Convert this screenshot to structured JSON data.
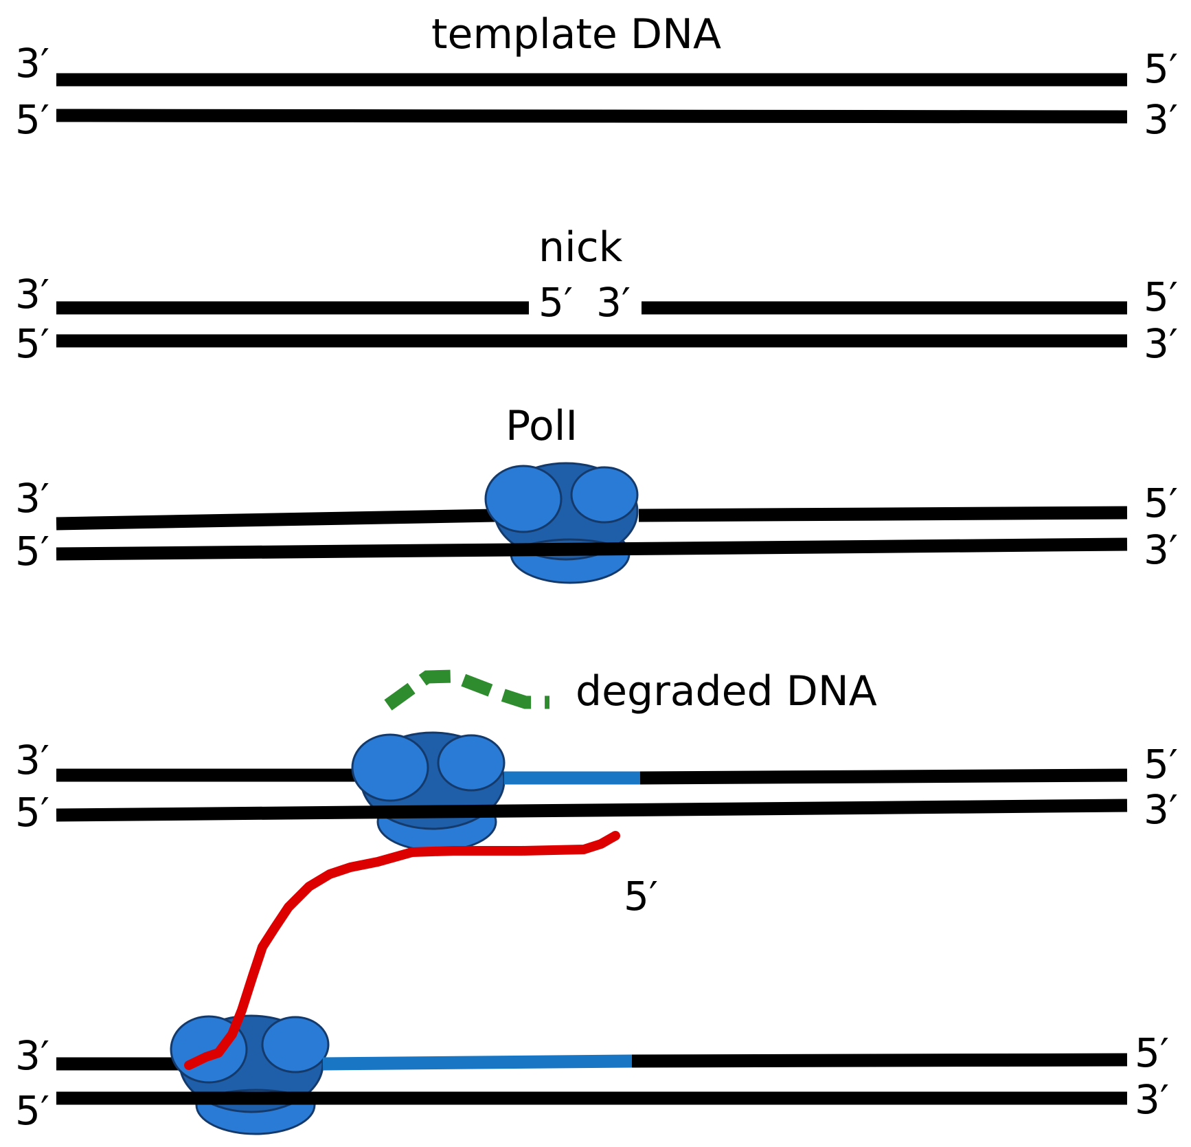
{
  "colors": {
    "dna": "#000000",
    "enzyme_body": "#1f5ea8",
    "enzyme_lobe": "#2a7bd6",
    "enzyme_outline": "#143a6b",
    "new_strand": "#1976c4",
    "degraded_dna": "#2e8b2e",
    "displaced_strand": "#dd0000"
  },
  "panel1": {
    "title": "template DNA",
    "top_left": "3′",
    "top_right": "5′",
    "bottom_left": "5′",
    "bottom_right": "3′"
  },
  "panel2": {
    "title": "nick",
    "nick_left": "5′",
    "nick_right": "3′",
    "top_left": "3′",
    "top_right": "5′",
    "bottom_left": "5′",
    "bottom_right": "3′"
  },
  "panel3": {
    "title": "PolI",
    "top_left": "3′",
    "top_right": "5′",
    "bottom_left": "5′",
    "bottom_right": "3′"
  },
  "panel4": {
    "title": "degraded DNA",
    "top_left": "3′",
    "top_right": "5′",
    "bottom_left": "5′",
    "bottom_right": "3′"
  },
  "panel5": {
    "strand_end": "5′",
    "top_left": "3′",
    "top_right": "5′",
    "bottom_left": "5′",
    "bottom_right": "3′"
  }
}
